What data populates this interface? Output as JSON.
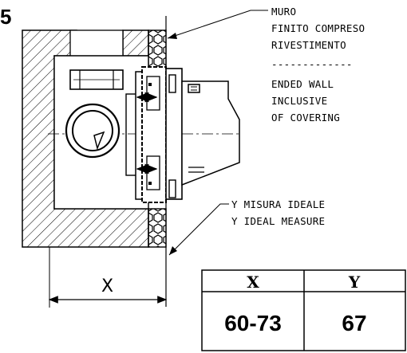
{
  "step_number": "5",
  "wall_note": {
    "line1": "MURO",
    "line2": "FINITO COMPRESO",
    "line3": "RIVESTIMENTO",
    "separator": "-------------",
    "line4": "ENDED WALL",
    "line5": "INCLUSIVE",
    "line6": "OF COVERING"
  },
  "measure_note": {
    "line1": "Y MISURA IDEALE",
    "line2": "Y IDEAL MEASURE"
  },
  "dimension_label": "X",
  "table": {
    "headers": [
      "X",
      "Y"
    ],
    "values": [
      "60-73",
      "67"
    ]
  }
}
